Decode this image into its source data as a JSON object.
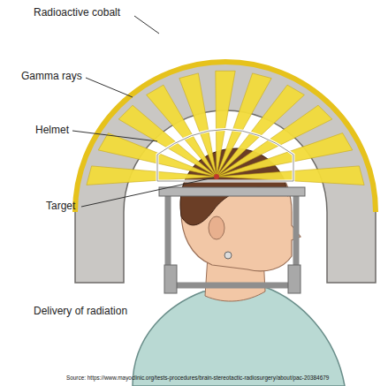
{
  "diagram": {
    "caption": "Delivery of radiation",
    "labels": [
      "Radioactive cobalt",
      "Gamma rays",
      "Helmet",
      "Target",
      "Source: https://www.mayoclinic.org/tests-procedures/brain-stereotactic-radiosurgery/about/pac-20384679"
    ]
  }
}
